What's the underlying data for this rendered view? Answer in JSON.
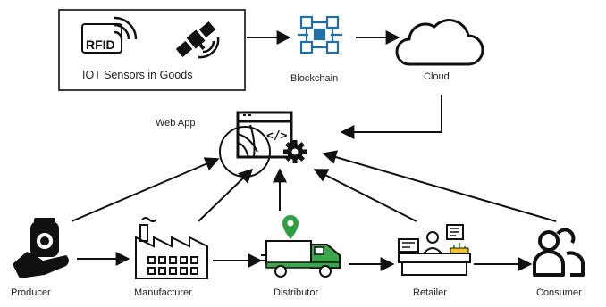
{
  "nodes": {
    "sensors": {
      "label": "IOT Sensors in Goods",
      "rfid_text": "RFID"
    },
    "blockchain": {
      "label": "Blockchain"
    },
    "cloud": {
      "label": "Cloud"
    },
    "webapp": {
      "label": "Web App",
      "code_glyph": "</>"
    },
    "producer": {
      "label": "Producer"
    },
    "manufacturer": {
      "label": "Manufacturer"
    },
    "distributor": {
      "label": "Distributor"
    },
    "retailer": {
      "label": "Retailer"
    },
    "consumer": {
      "label": "Consumer"
    }
  },
  "colors": {
    "ink": "#111111",
    "blockchain_blue": "#1f6fa8",
    "truck_green": "#3aa84a",
    "pin_green": "#2f9e44"
  }
}
